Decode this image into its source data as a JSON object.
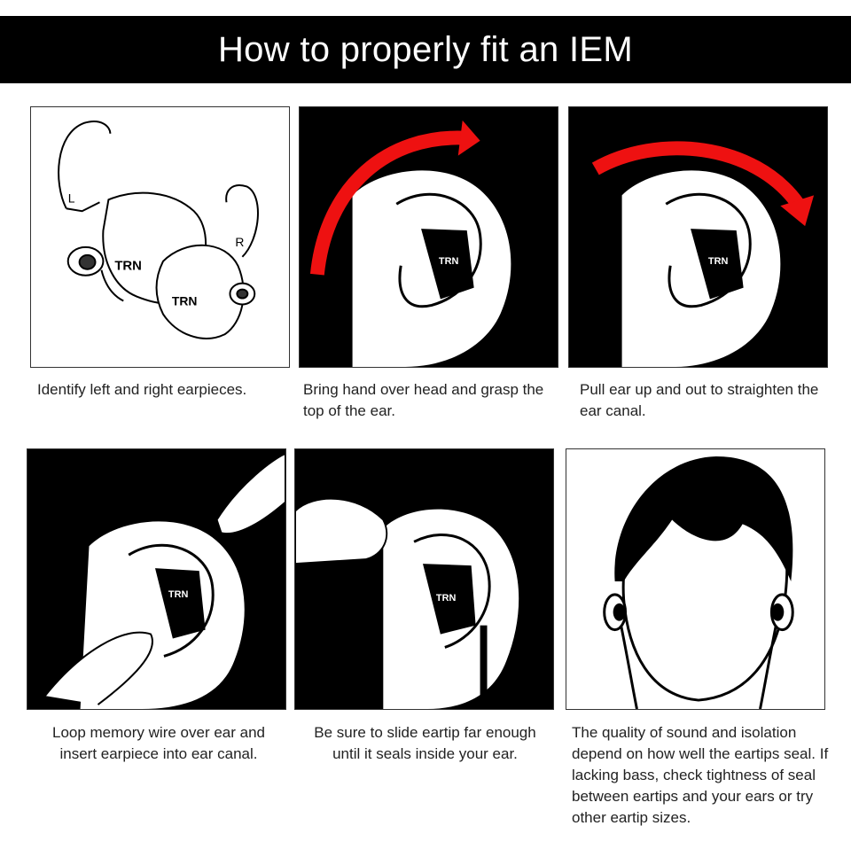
{
  "title": "How to properly fit an IEM",
  "brand": "TRN",
  "left_mark": "L",
  "right_mark": "R",
  "steps": [
    {
      "caption": "Identify left and right earpieces."
    },
    {
      "caption": "Bring hand over head and grasp the top of the ear."
    },
    {
      "caption": "Pull ear up and out to straighten the ear canal."
    },
    {
      "caption": "Loop memory wire over ear and insert earpiece into ear canal."
    },
    {
      "caption": "Be sure to slide eartip far enough until it seals inside your ear."
    },
    {
      "caption": "The quality of sound and isolation depend on how well the eartips seal. If lacking bass, check tightness of seal between eartips and your ears or try other eartip sizes."
    }
  ],
  "colors": {
    "banner": "#000000",
    "arrow": "#ee1111",
    "ink": "#000000"
  }
}
